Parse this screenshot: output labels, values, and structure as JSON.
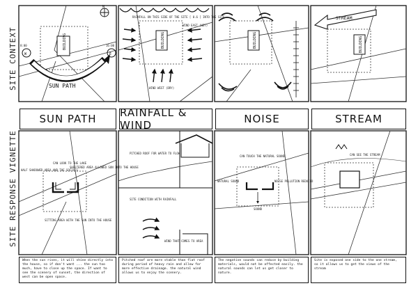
{
  "side_labels": {
    "top": "SITE CONTEXT",
    "bottom": "SITE RESPONSE VIGNETTE"
  },
  "titles": [
    "SUN PATH",
    "RAINFALL & WIND",
    "NOISE",
    "STREAM"
  ],
  "top_panels": {
    "sun": {
      "building": "BUILDING",
      "sun_path": "SUN PATH",
      "north": "N",
      "east": "E",
      "west": "W",
      "time_left": "8:00",
      "time_right": "16:00"
    },
    "rain": {
      "building": "BUILDING",
      "rain_note": "RAINFALL ON THIS SIDE OF THE SITE [ 0.6 ] INTO THE SITE",
      "wind_west": "WIND WEST (DRY)",
      "wind_east": "WIND EAST (WET)"
    },
    "noise": {
      "building": "BUILDING"
    },
    "stream": {
      "building": "BUILDING",
      "label": "STREAM"
    }
  },
  "bottom_panels": {
    "sun": {
      "ann_top": "CAN LOOK TO THE LAKE",
      "ann_left": "HALF SHADOWED AREA AND THE SOCIALS",
      "ann_right": "SHELTERED AREA ALLOWED SUN INTO THE HOUSE",
      "ann_bottom": "SITTING AREA WITH THE SUN INTO THE HOUSE"
    },
    "rain": {
      "ann_top": "PITCHED ROOF FOR WATER TO FLOW",
      "ann_mid": "SITE CONDITION WITH RAINFALL",
      "ann_bottom": "WIND THAT COMES TO AREA"
    },
    "noise": {
      "ann_top": "CAN TOUCH THE NATURAL SOUND",
      "ann_left": "NATURAL SOUND",
      "ann_right": "NOISE POLLUTION REDUCED",
      "ann_bottom": "SOUND"
    },
    "stream": {
      "ann_top": "CAN SEE THE STREAM"
    }
  },
  "captions": [
    "When the sun rises, it will shine directly into the house, so if don't want ... the sun too much, have to close up the space. If want to see the scenery of sunset, the direction of west can be open space.",
    "Pitched roof are more stable than flat roof during period of heavy rain and allow for more effective drainage. the natural wind allows us to enjoy the scenery.",
    "The negative sounds can reduce by building materials, would not be affected easily. the natural sounds can let us get closer to nature.",
    "Site is exposed one side to the one stream, so it allows us to get the views of the stream"
  ],
  "colors": {
    "ink": "#111111",
    "paper": "#ffffff",
    "dash": "#333333"
  }
}
